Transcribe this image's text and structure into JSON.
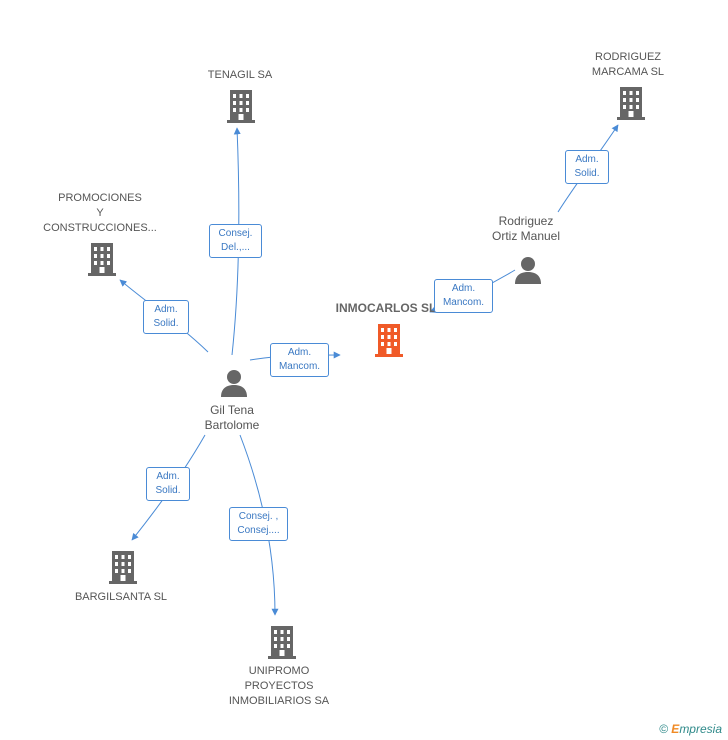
{
  "colors": {
    "company": "#666666",
    "focus": "#f05a28",
    "person": "#666666",
    "edge": "#4a8bd6"
  },
  "nodes": {
    "tenagil": {
      "type": "company",
      "icon": "building-icon",
      "lines": [
        "TENAGIL SA"
      ]
    },
    "rodriguez_marcama": {
      "type": "company",
      "icon": "building-icon",
      "lines": [
        "RODRIGUEZ",
        "MARCAMA  SL"
      ]
    },
    "promociones": {
      "type": "company",
      "icon": "building-icon",
      "lines": [
        "PROMOCIONES",
        "Y",
        "CONSTRUCCIONES..."
      ]
    },
    "rodriguez_ortiz": {
      "type": "person",
      "icon": "person-icon",
      "lines": [
        "Rodriguez",
        "Ortiz Manuel"
      ]
    },
    "inmocarlos": {
      "type": "focus",
      "icon": "building-icon",
      "lines": [
        "INMOCARLOS SL"
      ]
    },
    "gil_tena": {
      "type": "person",
      "icon": "person-icon",
      "lines": [
        "Gil Tena",
        "Bartolome"
      ]
    },
    "bargilsanta": {
      "type": "company",
      "icon": "building-icon",
      "lines": [
        "BARGILSANTA SL"
      ]
    },
    "unipromo": {
      "type": "company",
      "icon": "building-icon",
      "lines": [
        "UNIPROMO",
        "PROYECTOS",
        "INMOBILIARIOS SA"
      ]
    }
  },
  "edges": {
    "gil_tenagil": [
      "Consej.",
      "Del.,..."
    ],
    "gil_promociones": [
      "Adm.",
      "Solid."
    ],
    "gil_inmocarlos": [
      "Adm.",
      "Mancom."
    ],
    "ortiz_inmocarlos": [
      "Adm.",
      "Mancom."
    ],
    "ortiz_marcama": [
      "Adm.",
      "Solid."
    ],
    "gil_bargilsanta": [
      "Adm.",
      "Solid."
    ],
    "gil_unipromo": [
      "Consej. ,",
      "Consej...."
    ]
  },
  "brand": {
    "copyright": "©",
    "e": "E",
    "rest": "mpresia"
  }
}
